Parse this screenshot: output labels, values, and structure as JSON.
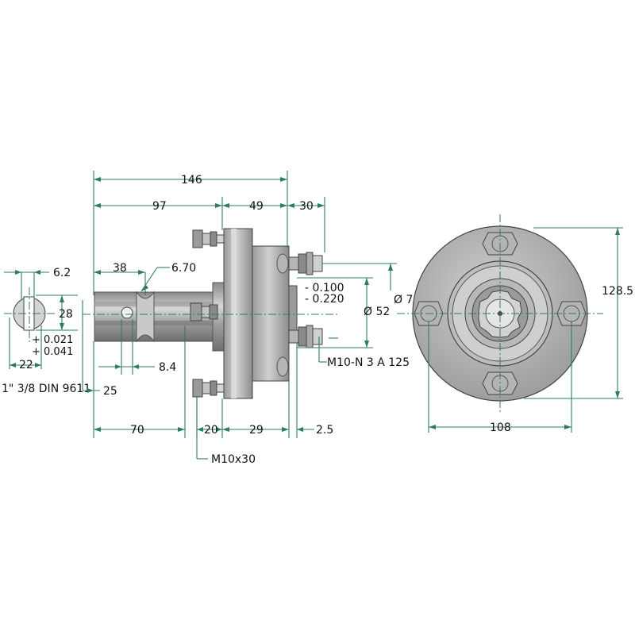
{
  "dimensions": {
    "overall_length": "146",
    "shaft_segment": "97",
    "flange_segment": "49",
    "bolt_segment": "30",
    "spline_length": "38",
    "groove_depth": "6.70",
    "key_width": "6.2",
    "shaft_height": "28",
    "key_height": "22",
    "tol_upper": "+ 0.021",
    "tol_lower": "+ 0.041",
    "spline_spec": "1\" 3/8 DIN 9611",
    "groove_offset": "25",
    "hole_diameter": "8.4",
    "bottom_70": "70",
    "bottom_20": "20",
    "bottom_29": "29",
    "bottom_2_5": "2.5",
    "bolt_label": "M10x30",
    "nut_label": "M10-N 3 A 125",
    "bore_tol_1": "- 0.100",
    "bore_tol_2": "- 0.220",
    "pilot_diameter": "Ø 52",
    "pcd": "Ø 73",
    "flange_height": "128.5",
    "flange_width": "108"
  },
  "colors": {
    "dimension_line": "#2e7d5b",
    "metal_dark": "#7c7c7c",
    "metal_mid": "#a9a9a9",
    "metal_light": "#cdcdcd"
  }
}
